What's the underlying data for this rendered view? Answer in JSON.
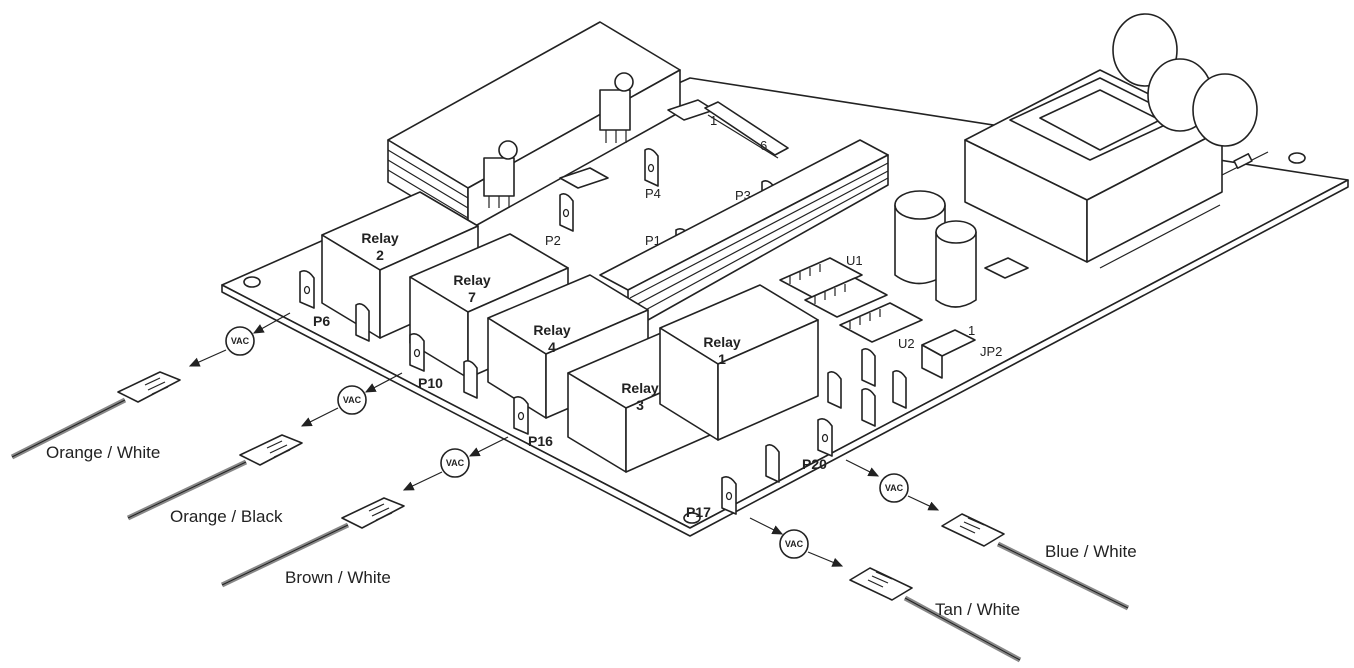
{
  "relays": [
    {
      "label": "Relay",
      "num": "2"
    },
    {
      "label": "Relay",
      "num": "7"
    },
    {
      "label": "Relay",
      "num": "4"
    },
    {
      "label": "Relay",
      "num": "3"
    },
    {
      "label": "Relay",
      "num": "1"
    }
  ],
  "board_labels": {
    "p1": "P1",
    "p2": "P2",
    "p3": "P3",
    "p4": "P4",
    "u1": "U1",
    "u2": "U2",
    "jp2": "JP2",
    "jp2_pin": "1",
    "conn_pin1": "1",
    "conn_pin6": "6"
  },
  "terminals": {
    "p6": "P6",
    "p10": "P10",
    "p16": "P16",
    "p17": "P17",
    "p20": "P20"
  },
  "meter_label": "VAC",
  "wires": {
    "p6": "Orange / White",
    "p10": "Orange / Black",
    "p16": "Brown / White",
    "p17": "Tan / White",
    "p20": "Blue / White"
  }
}
